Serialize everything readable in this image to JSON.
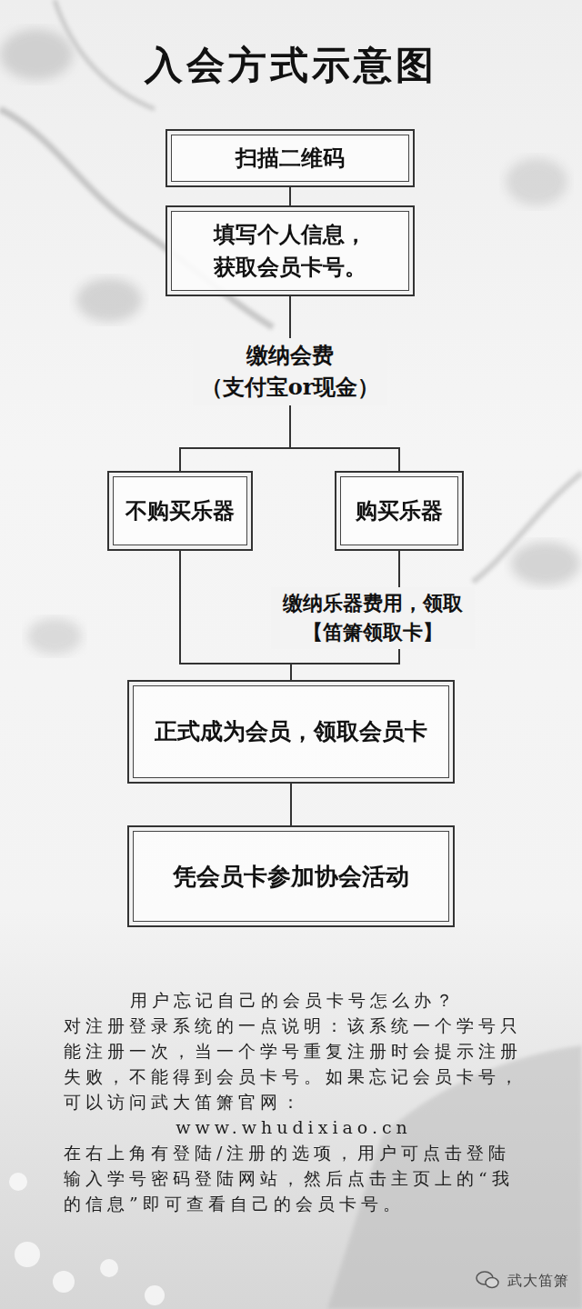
{
  "diagram": {
    "title": "入会方式示意图",
    "nodes": [
      {
        "text": [
          "扫描二维码"
        ]
      },
      {
        "text": [
          "填写个人信息， 获取会员卡号。"
        ]
      },
      {
        "text": [
          "不购买乐器"
        ]
      },
      {
        "text": [
          "购买乐器"
        ]
      },
      {
        "text": [
          "正式成为会员，领取会员卡"
        ]
      },
      {
        "text": [
          "凭会员卡参加协会活动"
        ]
      }
    ],
    "edges": [
      {
        "from": 0,
        "to": 1,
        "arrow": "none"
      },
      {
        "from": 1,
        "to": 2,
        "label": "缴纳会费 （支付宝or现金）",
        "arrow": "none"
      },
      {
        "from": 1,
        "to": 3,
        "arrow": "none"
      },
      {
        "from": 2,
        "to": 4,
        "arrow": "none"
      },
      {
        "from": 3,
        "to": 4,
        "label": "缴纳乐器费用，领取 【笛箫领取卡】",
        "arrow": "none"
      },
      {
        "from": 4,
        "to": 5,
        "arrow": "none"
      }
    ],
    "labels": [
      "用户忘记自己的会员卡号怎么办？",
      "对注册登录系统的一点说明：该系统一个学号只能注册一次，当一个学号重复注册时会提示注册失败，不能得到会员卡号。如果忘记会员卡号，可以访问武大笛箫官网：",
      "www.whudixiao.cn",
      "在右上角有登陆/注册的选项，用户可点击登陆输入学号密码登陆网站，然后点击主页上的“我的信息”即可查看自己的会员卡号。",
      "武大笛箫"
    ]
  }
}
